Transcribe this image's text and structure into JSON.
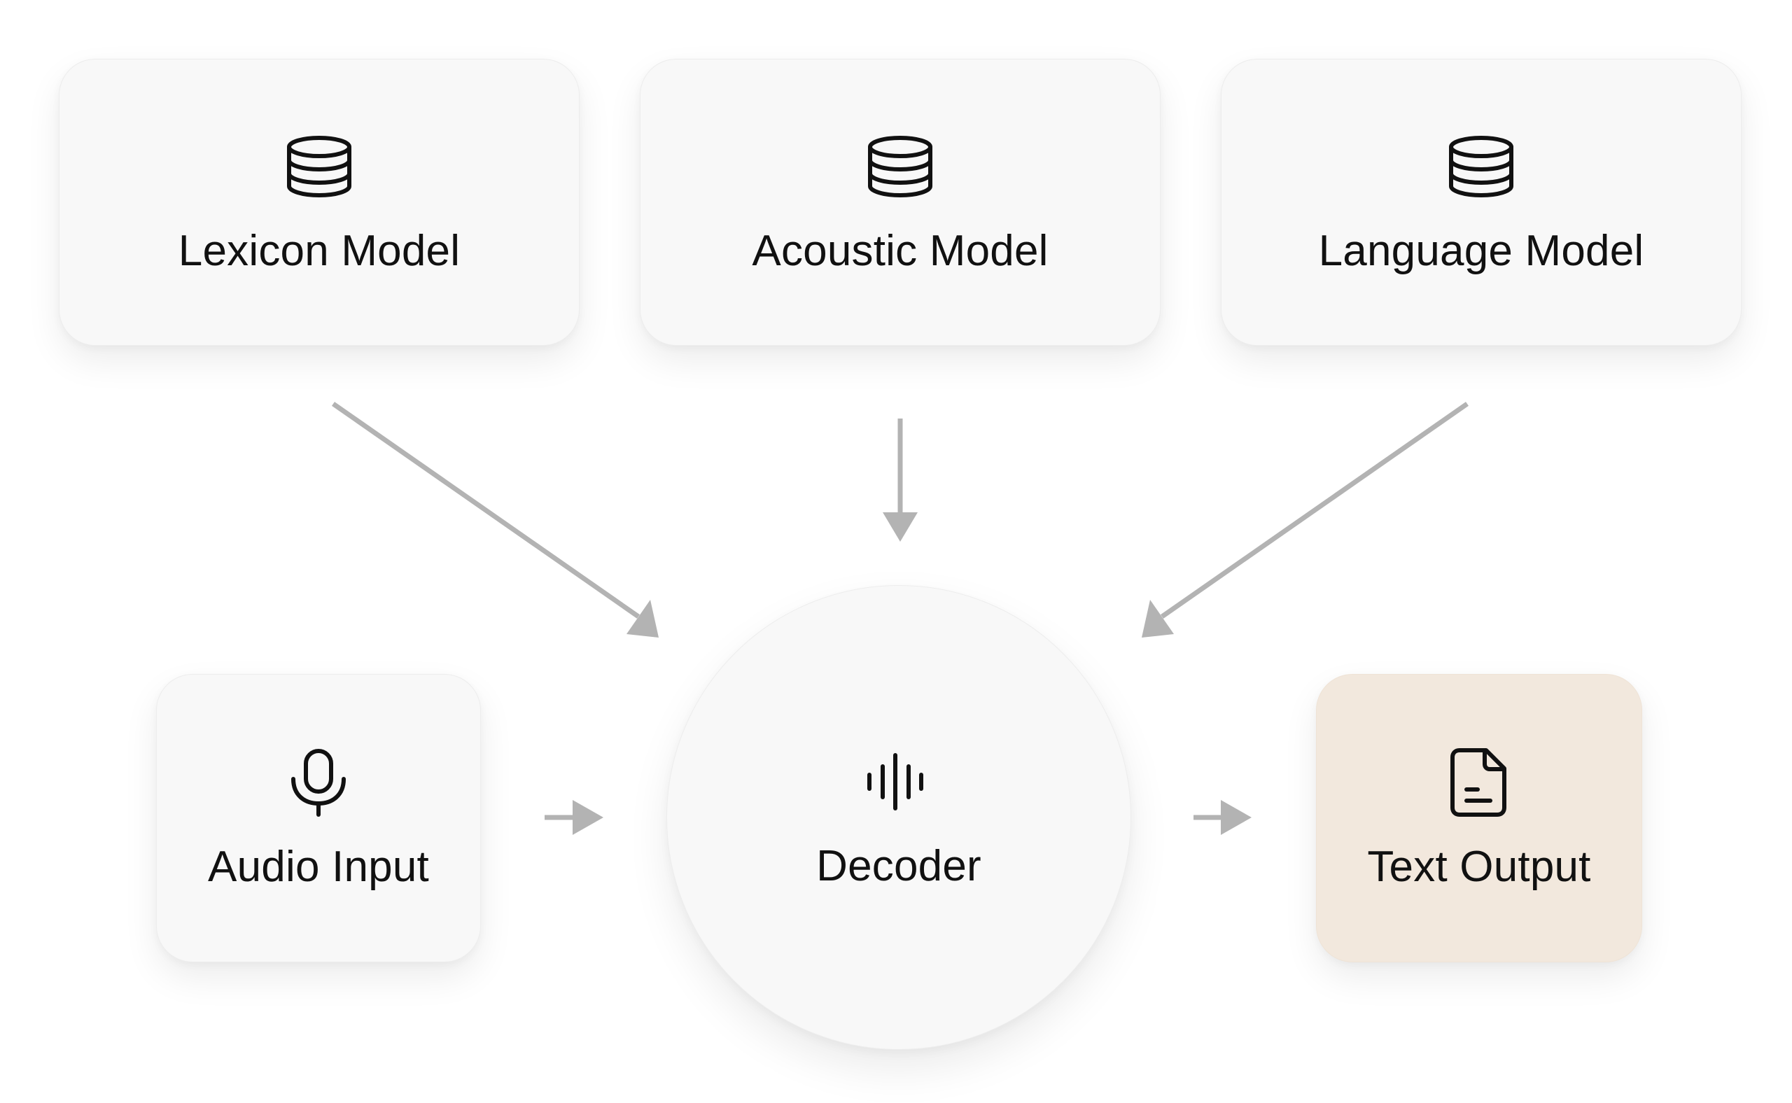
{
  "nodes": {
    "lexicon": {
      "label": "Lexicon Model",
      "icon": "database-icon"
    },
    "acoustic": {
      "label": "Acoustic Model",
      "icon": "database-icon"
    },
    "language": {
      "label": "Language Model",
      "icon": "database-icon"
    },
    "audio": {
      "label": "Audio Input",
      "icon": "microphone-icon"
    },
    "decoder": {
      "label": "Decoder",
      "icon": "waveform-icon"
    },
    "output": {
      "label": "Text Output",
      "icon": "document-icon"
    }
  },
  "edges": [
    {
      "from": "lexicon",
      "to": "decoder"
    },
    {
      "from": "acoustic",
      "to": "decoder"
    },
    {
      "from": "language",
      "to": "decoder"
    },
    {
      "from": "audio",
      "to": "decoder"
    },
    {
      "from": "decoder",
      "to": "output"
    }
  ],
  "colors": {
    "card_background": "#f8f8f8",
    "output_background": "#f2e8dd",
    "arrow": "#b3b3b3",
    "text": "#111111"
  }
}
